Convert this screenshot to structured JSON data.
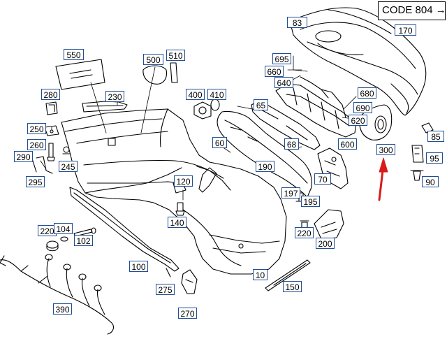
{
  "diagram": {
    "code_label": "CODE 804",
    "arrow_glyph": "→",
    "callouts": [
      {
        "id": "83",
        "label": "83"
      },
      {
        "id": "170",
        "label": "170"
      },
      {
        "id": "550",
        "label": "550"
      },
      {
        "id": "500",
        "label": "500"
      },
      {
        "id": "510",
        "label": "510"
      },
      {
        "id": "695",
        "label": "695"
      },
      {
        "id": "660",
        "label": "660"
      },
      {
        "id": "640",
        "label": "640"
      },
      {
        "id": "680",
        "label": "680"
      },
      {
        "id": "690",
        "label": "690"
      },
      {
        "id": "620",
        "label": "620"
      },
      {
        "id": "280",
        "label": "280"
      },
      {
        "id": "230",
        "label": "230"
      },
      {
        "id": "400",
        "label": "400"
      },
      {
        "id": "410",
        "label": "410"
      },
      {
        "id": "65",
        "label": "65"
      },
      {
        "id": "250",
        "label": "250"
      },
      {
        "id": "260",
        "label": "260"
      },
      {
        "id": "290",
        "label": "290"
      },
      {
        "id": "245",
        "label": "245"
      },
      {
        "id": "295",
        "label": "295"
      },
      {
        "id": "60",
        "label": "60"
      },
      {
        "id": "68",
        "label": "68"
      },
      {
        "id": "600",
        "label": "600"
      },
      {
        "id": "300",
        "label": "300"
      },
      {
        "id": "85",
        "label": "85"
      },
      {
        "id": "95",
        "label": "95"
      },
      {
        "id": "90",
        "label": "90"
      },
      {
        "id": "190",
        "label": "190"
      },
      {
        "id": "70",
        "label": "70"
      },
      {
        "id": "120",
        "label": "120"
      },
      {
        "id": "197",
        "label": "197"
      },
      {
        "id": "195",
        "label": "195"
      },
      {
        "id": "140",
        "label": "140"
      },
      {
        "id": "220a",
        "label": "220"
      },
      {
        "id": "104",
        "label": "104"
      },
      {
        "id": "102",
        "label": "102"
      },
      {
        "id": "220b",
        "label": "220"
      },
      {
        "id": "200",
        "label": "200"
      },
      {
        "id": "100",
        "label": "100"
      },
      {
        "id": "10",
        "label": "10"
      },
      {
        "id": "275",
        "label": "275"
      },
      {
        "id": "150",
        "label": "150"
      },
      {
        "id": "390",
        "label": "390"
      },
      {
        "id": "270",
        "label": "270"
      }
    ]
  },
  "colors": {
    "callout_border": "#1f4e96",
    "highlight_arrow": "#d91a1a",
    "line_art": "#000000"
  }
}
